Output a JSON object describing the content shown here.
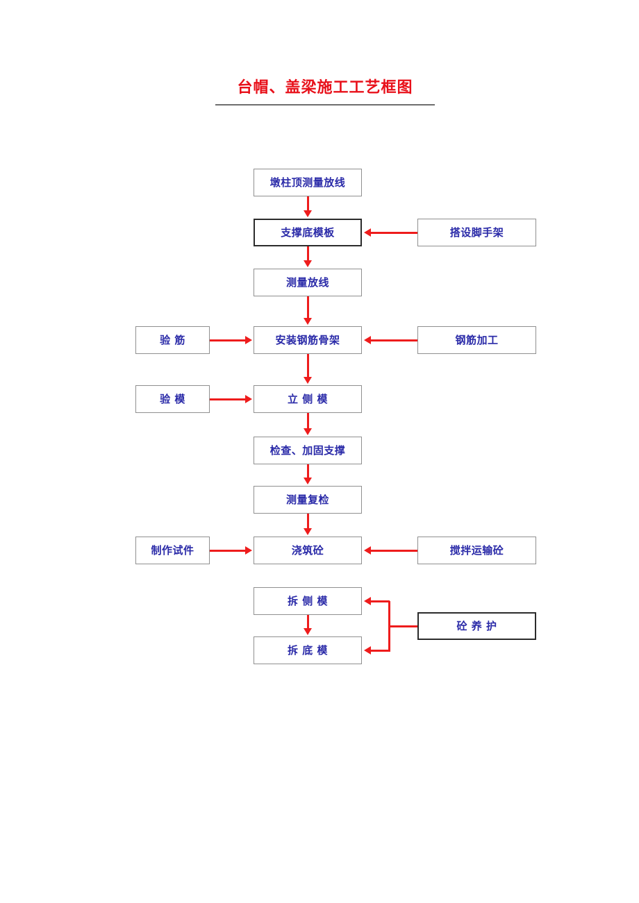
{
  "document": {
    "title": "台帽、盖梁施工工艺框图",
    "page_background": "#ffffff"
  },
  "colors": {
    "title_text": "#e8101a",
    "title_rule": "#6e6e6e",
    "node_text": "#2a2aa8",
    "node_border_thin": "#8f8f8f",
    "node_border_thick": "#2b2b2b",
    "connector": "#ee1c1c"
  },
  "chart_data": {
    "type": "diagram",
    "title": "台帽、盖梁施工工艺框图",
    "nodes": [
      {
        "id": "n1",
        "label": "墩柱顶测量放线",
        "column": "center",
        "emphasis": "normal"
      },
      {
        "id": "n2",
        "label": "支撑底模板",
        "column": "center",
        "emphasis": "bold"
      },
      {
        "id": "n3",
        "label": "测量放线",
        "column": "center",
        "emphasis": "normal"
      },
      {
        "id": "n4",
        "label": "安装钢筋骨架",
        "column": "center",
        "emphasis": "normal"
      },
      {
        "id": "n5",
        "label": "立 侧 模",
        "column": "center",
        "emphasis": "normal"
      },
      {
        "id": "n6",
        "label": "检查、加固支撑",
        "column": "center",
        "emphasis": "normal"
      },
      {
        "id": "n7",
        "label": "测量复检",
        "column": "center",
        "emphasis": "normal"
      },
      {
        "id": "n8",
        "label": "浇筑砼",
        "column": "center",
        "emphasis": "normal"
      },
      {
        "id": "n9",
        "label": "拆 侧 模",
        "column": "center",
        "emphasis": "normal"
      },
      {
        "id": "n10",
        "label": "拆 底 模",
        "column": "center",
        "emphasis": "normal"
      },
      {
        "id": "l1",
        "label": "验  筋",
        "column": "left",
        "emphasis": "normal"
      },
      {
        "id": "l2",
        "label": "验  模",
        "column": "left",
        "emphasis": "normal"
      },
      {
        "id": "l3",
        "label": "制作试件",
        "column": "left",
        "emphasis": "normal"
      },
      {
        "id": "r1",
        "label": "搭设脚手架",
        "column": "right",
        "emphasis": "normal"
      },
      {
        "id": "r2",
        "label": "钢筋加工",
        "column": "right",
        "emphasis": "normal"
      },
      {
        "id": "r3",
        "label": "搅拌运输砼",
        "column": "right",
        "emphasis": "normal"
      },
      {
        "id": "r4",
        "label": "砼 养 护",
        "column": "right",
        "emphasis": "bold"
      }
    ],
    "edges": [
      {
        "from": "n1",
        "to": "n2",
        "direction": "down"
      },
      {
        "from": "n2",
        "to": "n3",
        "direction": "down"
      },
      {
        "from": "n3",
        "to": "n4",
        "direction": "down"
      },
      {
        "from": "n4",
        "to": "n5",
        "direction": "down"
      },
      {
        "from": "n5",
        "to": "n6",
        "direction": "down"
      },
      {
        "from": "n6",
        "to": "n7",
        "direction": "down"
      },
      {
        "from": "n7",
        "to": "n8",
        "direction": "down"
      },
      {
        "from": "n9",
        "to": "n10",
        "direction": "down"
      },
      {
        "from": "l1",
        "to": "n4",
        "direction": "right"
      },
      {
        "from": "l2",
        "to": "n5",
        "direction": "right"
      },
      {
        "from": "l3",
        "to": "n8",
        "direction": "right"
      },
      {
        "from": "r1",
        "to": "n2",
        "direction": "left"
      },
      {
        "from": "r2",
        "to": "n4",
        "direction": "left"
      },
      {
        "from": "r3",
        "to": "n8",
        "direction": "left"
      },
      {
        "from": "r4",
        "to": "n9",
        "direction": "left-branch"
      },
      {
        "from": "r4",
        "to": "n10",
        "direction": "left-branch"
      }
    ]
  }
}
